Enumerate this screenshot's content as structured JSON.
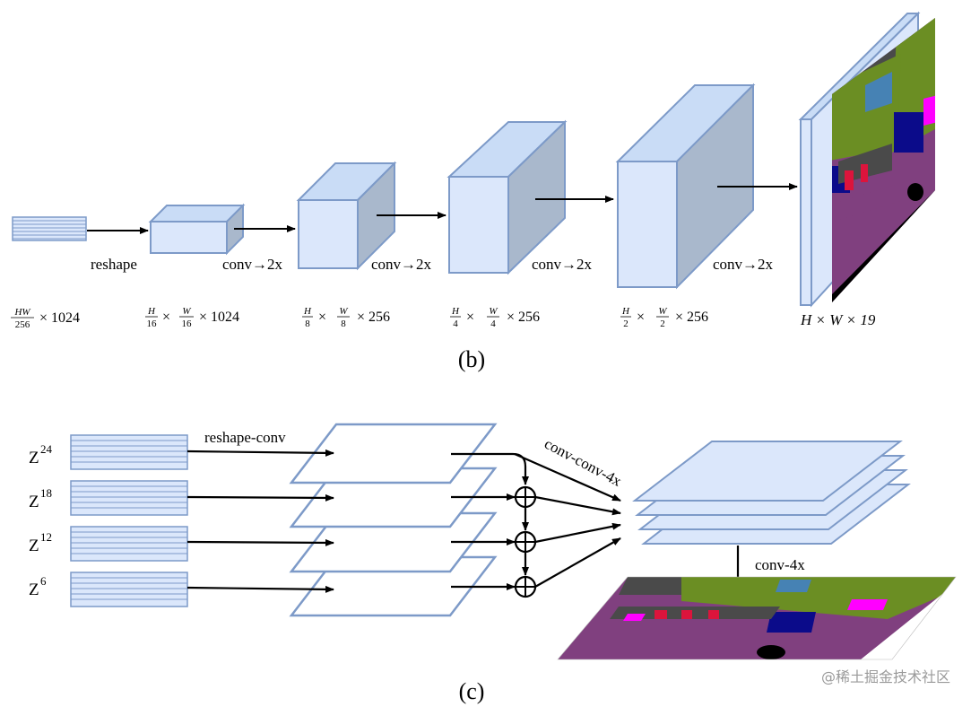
{
  "panel_b": {
    "caption": "(b)",
    "ops": {
      "reshape": "reshape",
      "conv1": "conv→2x",
      "conv2": "conv→2x",
      "conv3": "conv→2x",
      "conv4": "conv→2x"
    },
    "dims": {
      "d0": {
        "num": "HW",
        "den": "256",
        "rest": "× 1024"
      },
      "d1": {
        "num1": "H",
        "den1": "16",
        "mid": "×",
        "num2": "W",
        "den2": "16",
        "rest": "× 1024"
      },
      "d2": {
        "num1": "H",
        "den1": "8",
        "mid": "×",
        "num2": "W",
        "den2": "8",
        "rest": "× 256"
      },
      "d3": {
        "num1": "H",
        "den1": "4",
        "mid": "×",
        "num2": "W",
        "den2": "4",
        "rest": "× 256"
      },
      "d4": {
        "num1": "H",
        "den1": "2",
        "mid": "×",
        "num2": "W",
        "den2": "2",
        "rest": "× 256"
      },
      "d5": "H × W × 19"
    }
  },
  "panel_c": {
    "caption": "(c)",
    "inputs": [
      {
        "base": "Z",
        "sup": "24"
      },
      {
        "base": "Z",
        "sup": "18"
      },
      {
        "base": "Z",
        "sup": "12"
      },
      {
        "base": "Z",
        "sup": "6"
      }
    ],
    "labels": {
      "reshape_conv": "reshape-conv",
      "conv_conv_4x": "conv-conv-4x",
      "conv_4x": "conv-4x"
    }
  },
  "watermark": "@稀土掘金技术社区",
  "colors": {
    "block_front": "#dbe7fb",
    "block_top": "#c9dcf6",
    "block_side": "#a9b8cc",
    "block_stroke": "#7d9ac8",
    "arrow": "#000000",
    "seg_purple": "#80407f",
    "seg_green": "#6b8e23",
    "seg_navy": "#0b0b8a",
    "seg_gray": "#4a4a4a",
    "seg_magenta": "#ff00ff",
    "seg_sky": "#4682b4",
    "seg_red": "#dc143c"
  }
}
